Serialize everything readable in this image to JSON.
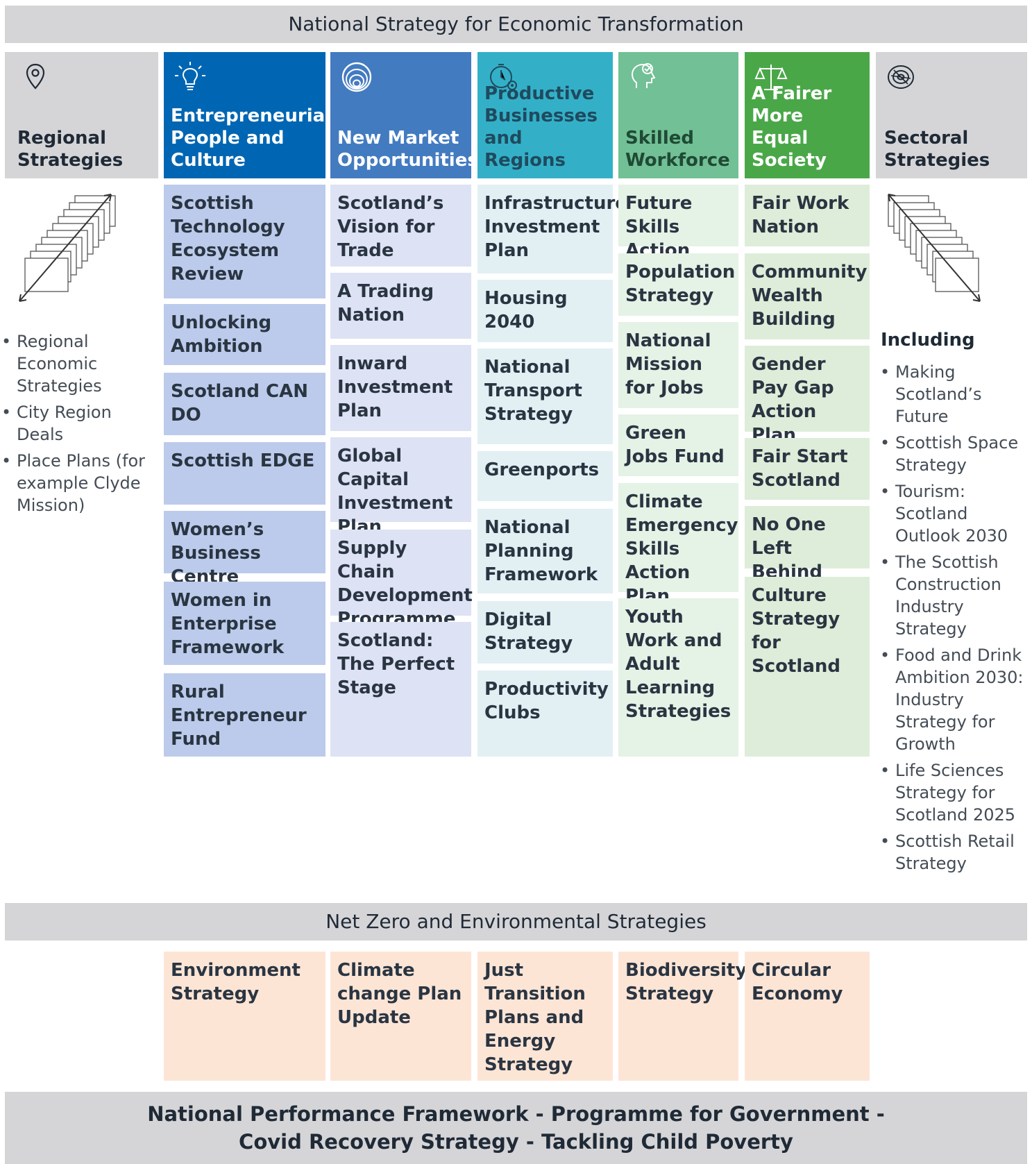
{
  "top_band": "National Strategy for Economic Transformation",
  "left_panel": {
    "title": "Regional Strategies",
    "items": [
      "Regional Economic Strategies",
      "City Region Deals",
      "Place Plans (for example Clyde Mission)"
    ]
  },
  "right_panel": {
    "title": "Sectoral Strategies",
    "including_label": "Including",
    "items": [
      "Making Scotland’s Future",
      "Scottish Space Strategy",
      "Tourism: Scotland Outlook 2030",
      "The Scottish Construction Industry Strategy",
      "Food and Drink Ambition 2030: Industry Strategy for Growth",
      "Life Sciences Strategy for Scotland 2025",
      "Scottish Retail Strategy"
    ]
  },
  "columns": [
    {
      "title": "Entrepreneurial People and Culture",
      "icon": "lightbulb-icon",
      "header_color": "#0066b3",
      "cell_color": "#bccbeb",
      "items": [
        "Scottish Technology Ecosystem Review",
        "Unlocking Ambition",
        "Scotland CAN DO",
        "Scottish EDGE",
        "Women’s Business Centre",
        "Women in Enterprise Framework",
        "Rural Entrepreneur Fund"
      ]
    },
    {
      "title": "New Market Opportunities",
      "icon": "globe-icon",
      "header_color": "#437bc0",
      "cell_color": "#dde2f4",
      "items": [
        "Scotland’s Vision for Trade",
        "A Trading Nation",
        "Inward Investment Plan",
        "Global Capital Investment Plan",
        "Supply Chain Development Programme",
        "Scotland: The Perfect Stage"
      ]
    },
    {
      "title": "Productive Businesses and Regions",
      "icon": "clock-gear-icon",
      "header_color": "#33b0c8",
      "cell_color": "#e2f0f4",
      "items": [
        "Infrastructure Investment Plan",
        "Housing 2040",
        "National Transport Strategy",
        "Greenports",
        "National Planning Framework",
        "Digital Strategy",
        "Productivity Clubs"
      ]
    },
    {
      "title": "Skilled Workforce",
      "icon": "head-target-icon",
      "header_color": "#72c095",
      "cell_color": "#e5f2e6",
      "items": [
        "Future Skills Action Plan",
        "Population Strategy",
        "National Mission for Jobs",
        "Green Jobs Fund",
        "Climate Emergency Skills Action Plan",
        "Youth Work and Adult Learning Strategies"
      ]
    },
    {
      "title": "A Fairer More Equal Society",
      "icon": "scales-icon",
      "header_color": "#4aa748",
      "cell_color": "#deedd9",
      "items": [
        "Fair Work Nation",
        "Community Wealth Building",
        "Gender Pay Gap Action Plan",
        "Fair Start Scotland",
        "No One Left Behind",
        "Culture Strategy for Scotland"
      ]
    }
  ],
  "net_zero": {
    "title": "Net Zero and Environmental Strategies",
    "items": [
      "Environment Strategy",
      "Climate change Plan Update",
      "Just Transition Plans and Energy Strategy",
      "Biodiversity Strategy",
      "Circular Economy"
    ]
  },
  "bottom_band": {
    "line1": "National Performance Framework - Programme for Government -",
    "line2": "Covid Recovery Strategy - Tackling Child Poverty"
  }
}
